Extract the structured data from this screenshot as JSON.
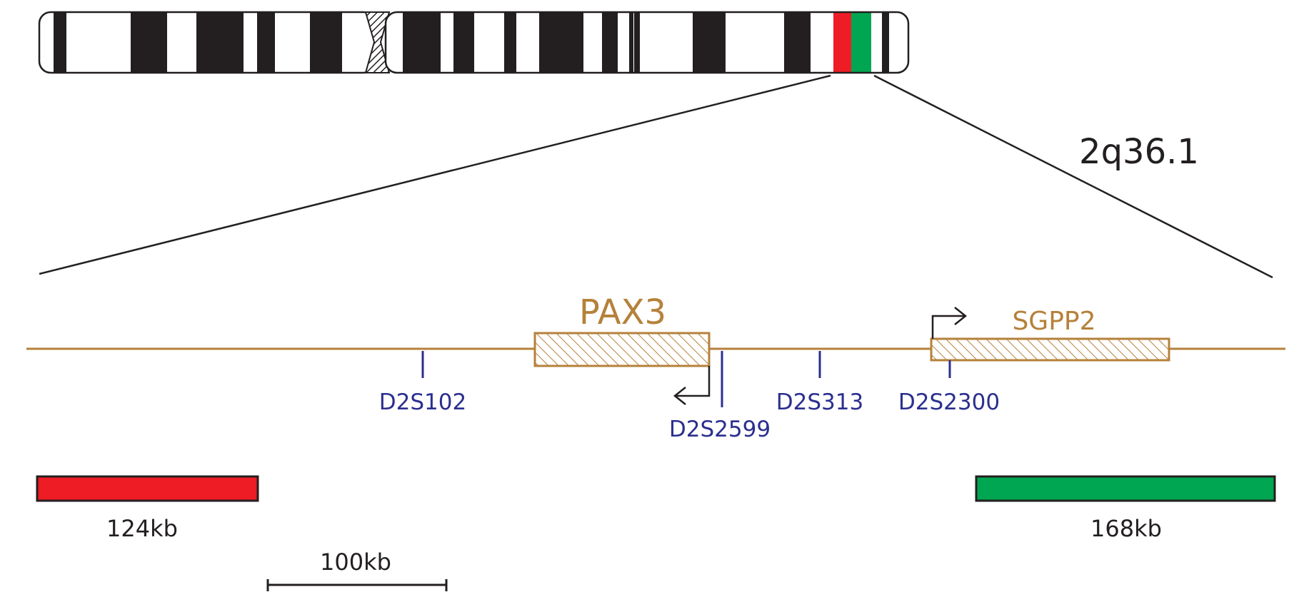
{
  "region_label": "2q36.1",
  "colors": {
    "gene": "#b5813a",
    "marker": "#2b2f8f",
    "probe_left": "#ee1c25",
    "probe_right": "#00a651",
    "band_dark": "#231f20",
    "line": "#231f20"
  },
  "genes": [
    {
      "name": "PAX3",
      "strand": "minus"
    },
    {
      "name": "SGPP2",
      "strand": "plus"
    }
  ],
  "markers": [
    {
      "name": "D2S102"
    },
    {
      "name": "D2S2599"
    },
    {
      "name": "D2S313"
    },
    {
      "name": "D2S2300"
    }
  ],
  "probes": [
    {
      "label": "124kb",
      "color": "#ee1c25"
    },
    {
      "label": "168kb",
      "color": "#00a651"
    }
  ],
  "scale_bar": {
    "label": "100kb"
  }
}
